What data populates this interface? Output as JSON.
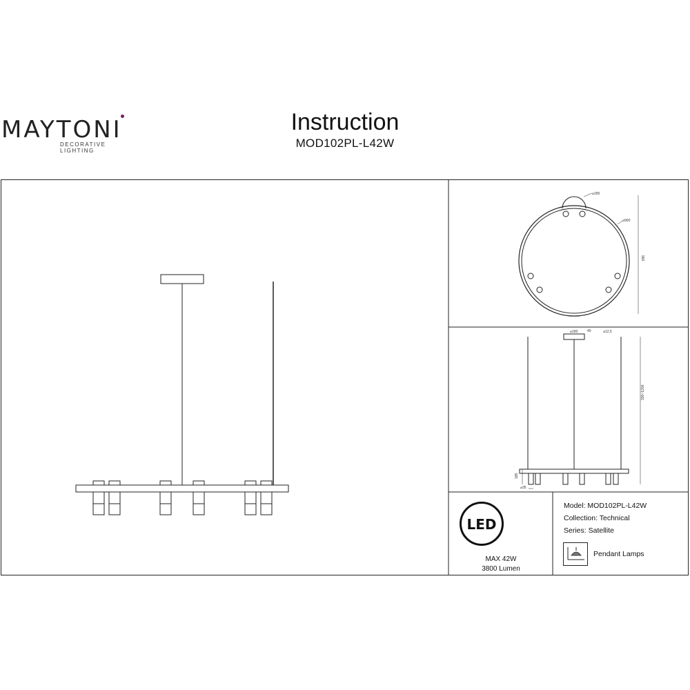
{
  "brand": {
    "name": "MAYTONI",
    "tagline": "DECORATIVE LIGHTING",
    "accent_color": "#7a1f5c"
  },
  "header": {
    "title": "Instruction",
    "model": "MOD102PL-L42W"
  },
  "led": {
    "badge": "LED",
    "power": "MAX 42W",
    "lumen": "3800 Lumen"
  },
  "specs": {
    "model": "Model: MOD102PL-L42W",
    "collection": "Collection: Technical",
    "series": "Series: Satellite",
    "category": "Pendant Lamps",
    "category_icon": "pendant-lamp-icon"
  },
  "dimensions": {
    "canopy_top": "⌀180",
    "ring": "⌀900",
    "ring_width": "960",
    "canopy_side": "⌀180",
    "canopy_height": "40",
    "cable": "⌀12,5",
    "drop": "330~1200",
    "body_height": "185",
    "spot": "⌀35"
  }
}
